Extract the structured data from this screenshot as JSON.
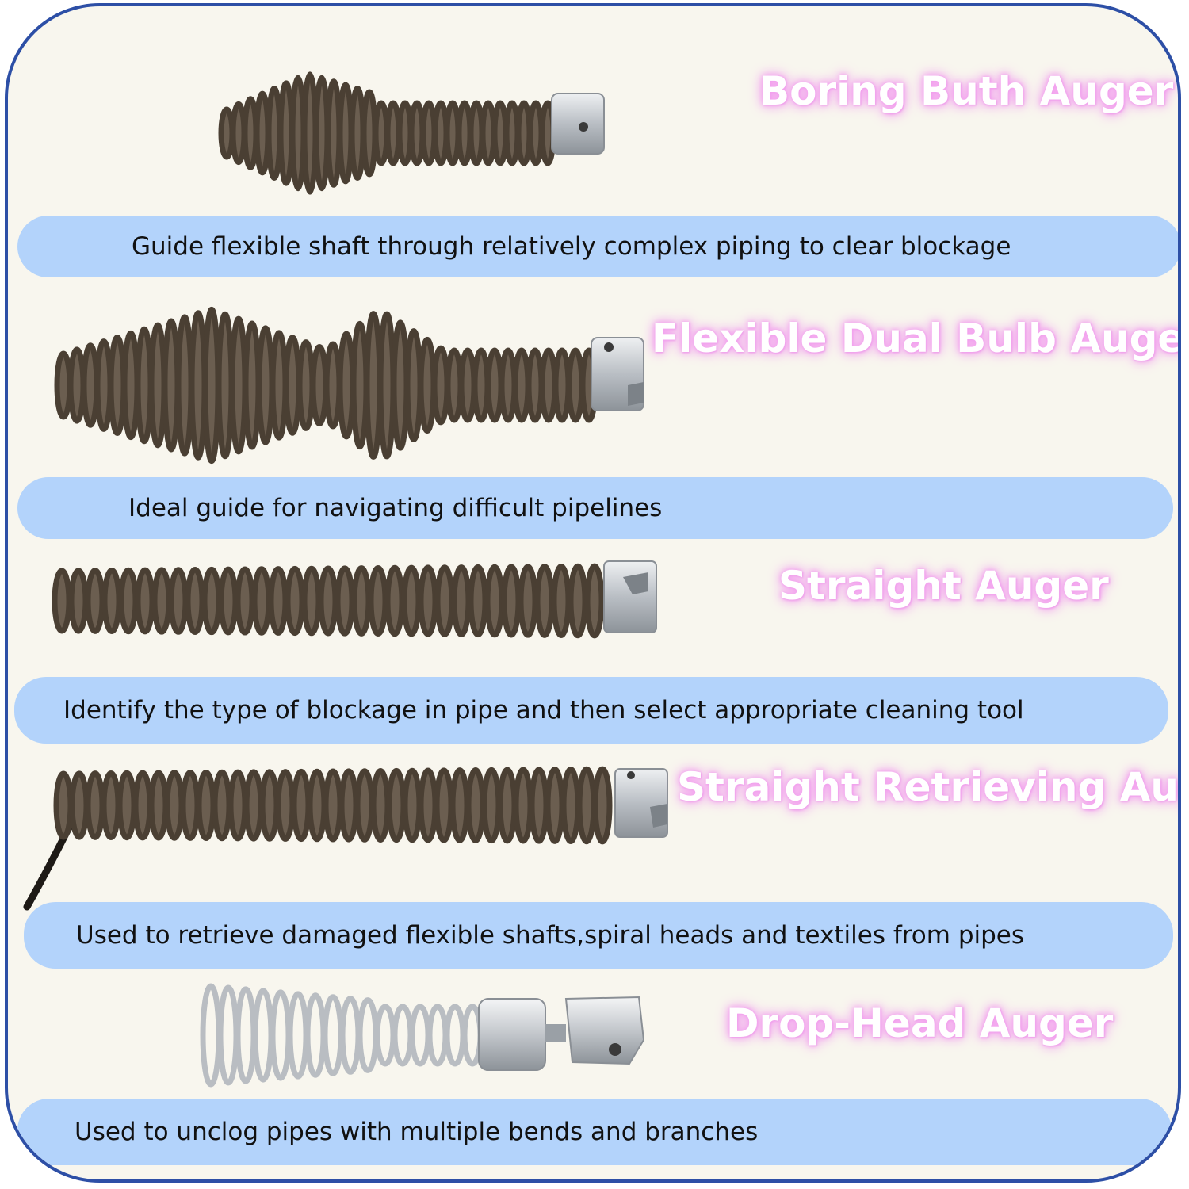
{
  "colors": {
    "frame_border": "#2d4fa6",
    "background": "#f8f6ee",
    "band": "#b3d3fb",
    "title_glow": "#f3a2ef",
    "coil": "#4a3f33",
    "metal": "#c9cdd2"
  },
  "augers": [
    {
      "title": "Boring Buth Auger",
      "description": "Guide flexible shaft through relatively complex piping to clear blockage"
    },
    {
      "title": "Flexible Dual Bulb Auger",
      "description": "Ideal guide for navigating difficult pipelines"
    },
    {
      "title": "Straight Auger",
      "description": "Identify the type of blockage in pipe and then select appropriate cleaning tool"
    },
    {
      "title": "Straight Retrieving Auger",
      "description": "Used to retrieve damaged flexible shafts,spiral heads and textiles from pipes"
    },
    {
      "title": "Drop-Head Auger",
      "description": "Used to unclog pipes with multiple bends and branches"
    }
  ]
}
